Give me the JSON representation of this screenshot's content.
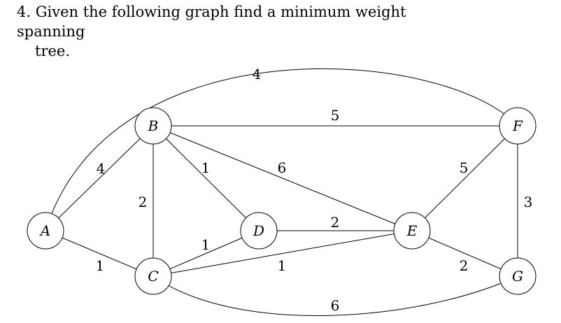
{
  "question": {
    "number": "4.",
    "line1": "Given the following graph find a minimum weight spanning",
    "line2": "tree."
  },
  "graph": {
    "nodes": [
      {
        "id": "A",
        "label": "A"
      },
      {
        "id": "B",
        "label": "B"
      },
      {
        "id": "C",
        "label": "C"
      },
      {
        "id": "D",
        "label": "D"
      },
      {
        "id": "E",
        "label": "E"
      },
      {
        "id": "F",
        "label": "F"
      },
      {
        "id": "G",
        "label": "G"
      }
    ],
    "edges": [
      {
        "id": "A-B",
        "from": "A",
        "to": "B",
        "weight": "4"
      },
      {
        "id": "A-C",
        "from": "A",
        "to": "C",
        "weight": "1"
      },
      {
        "id": "A-F",
        "from": "A",
        "to": "F",
        "weight": "4"
      },
      {
        "id": "B-C",
        "from": "B",
        "to": "C",
        "weight": "2"
      },
      {
        "id": "B-D",
        "from": "B",
        "to": "D",
        "weight": "1"
      },
      {
        "id": "B-E",
        "from": "B",
        "to": "E",
        "weight": "6"
      },
      {
        "id": "B-F",
        "from": "B",
        "to": "F",
        "weight": "5"
      },
      {
        "id": "C-D",
        "from": "C",
        "to": "D",
        "weight": "1"
      },
      {
        "id": "C-E",
        "from": "C",
        "to": "E",
        "weight": "1"
      },
      {
        "id": "C-G",
        "from": "C",
        "to": "G",
        "weight": "6"
      },
      {
        "id": "D-E",
        "from": "D",
        "to": "E",
        "weight": "2"
      },
      {
        "id": "E-F",
        "from": "E",
        "to": "F",
        "weight": "5"
      },
      {
        "id": "E-G",
        "from": "E",
        "to": "G",
        "weight": "2"
      },
      {
        "id": "F-G",
        "from": "F",
        "to": "G",
        "weight": "3"
      }
    ]
  }
}
